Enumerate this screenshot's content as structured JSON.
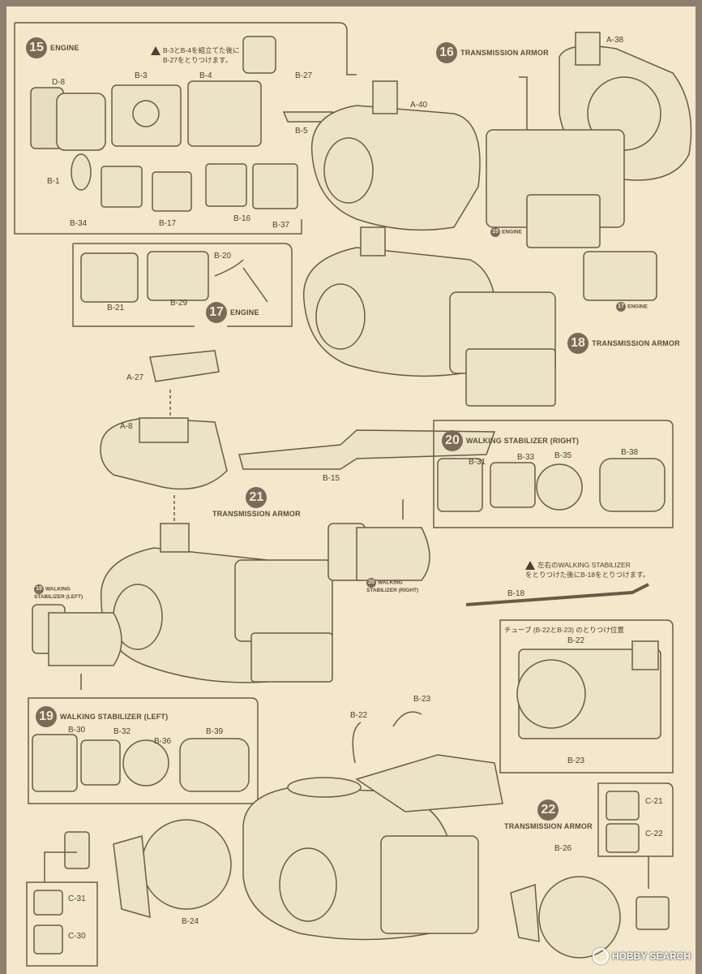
{
  "steps": {
    "s15": {
      "num": "15",
      "title": "ENGINE"
    },
    "s16": {
      "num": "16",
      "title": "TRANSMISSION ARMOR"
    },
    "s17": {
      "num": "17",
      "title": "ENGINE"
    },
    "s18": {
      "num": "18",
      "title": "TRANSMISSION ARMOR"
    },
    "s19": {
      "num": "19",
      "title": "WALKING STABILIZER (LEFT)"
    },
    "s20": {
      "num": "20",
      "title": "WALKING STABILIZER (RIGHT)"
    },
    "s21": {
      "num": "21",
      "title": "TRANSMISSION ARMOR"
    },
    "s22": {
      "num": "22",
      "title": "TRANSMISSION ARMOR"
    }
  },
  "notes": {
    "n15": [
      "B-3とB-4を組立てた後に",
      "B-27をとりつけます。"
    ],
    "n21": [
      "左右のWALKING STABILIZER",
      "をとりつけた後にB-18をとりつけます。"
    ],
    "tube_caption": "チューブ (B-22とB-23) のとりつけ位置"
  },
  "mini_refs": {
    "m15": {
      "num": "15",
      "text": "ENGINE"
    },
    "m17": {
      "num": "17",
      "text": "ENGINE"
    },
    "m19": {
      "num": "19",
      "text": [
        "WALKING",
        "STABILIZER (LEFT)"
      ]
    },
    "m20": {
      "num": "20",
      "text": [
        "WALKING",
        "STABILIZER (RIGHT)"
      ]
    }
  },
  "parts": {
    "D8": "D-8",
    "B3": "B-3",
    "B4": "B-4",
    "B27": "B-27",
    "B5": "B-5",
    "B1": "B-1",
    "B34": "B-34",
    "B17": "B-17",
    "B16": "B-16",
    "B37": "B-37",
    "A40": "A-40",
    "A38": "A-38",
    "B20": "B-20",
    "B21": "B-21",
    "B29": "B-29",
    "A27": "A-27",
    "A8": "A-8",
    "B15": "B-15",
    "B31": "B-31",
    "B33": "B-33",
    "B35": "B-35",
    "B38": "B-38",
    "B18": "B-18",
    "B30": "B-30",
    "B32": "B-32",
    "B36": "B-36",
    "B39": "B-39",
    "B22": "B-22",
    "B23": "B-23",
    "B22b": "B-22",
    "B23b": "B-23",
    "C21": "C-21",
    "C22": "C-22",
    "B26": "B-26",
    "B24": "B-24",
    "C31": "C-31",
    "C30": "C-30"
  },
  "watermark": "HOBBY SEARCH",
  "colors": {
    "paper": "#f3e8cb",
    "ink": "#5a4a3a",
    "border": "#8d8070"
  }
}
